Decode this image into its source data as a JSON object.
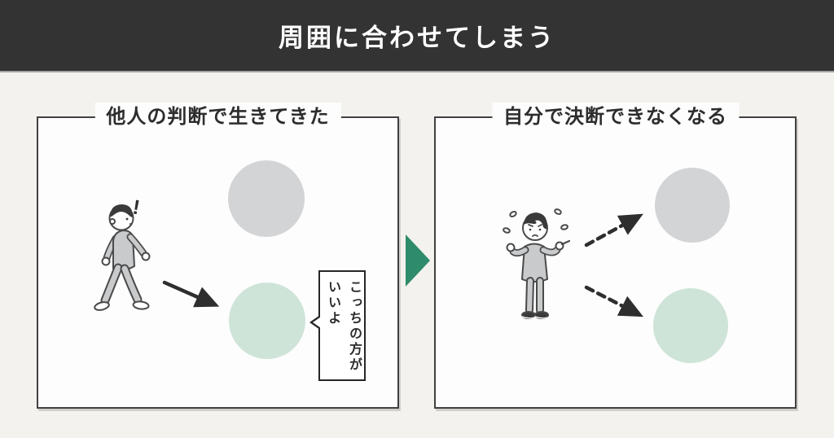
{
  "header": {
    "title": "周囲に合わせてしまう"
  },
  "panels": {
    "left": {
      "title": "他人の判断で生きてきた",
      "exclamation": "!",
      "bubble": {
        "line1": "こっちの方が",
        "line2": "いいよ"
      }
    },
    "right": {
      "title": "自分で決断できなくなる"
    }
  },
  "icons": {
    "transition": "green-right-triangle",
    "choice_arrow": "solid-black-arrow-down-right",
    "hesitation_arrow_up": "dashed-arrow-up-right",
    "hesitation_arrow_down": "dashed-arrow-down-right",
    "surprise_mark": "exclamation",
    "left_character": "walking-person",
    "right_character": "confused-person-with-sweat-drops"
  },
  "colors": {
    "header_bg": "#333333",
    "header_text": "#ffffff",
    "page_bg": "#f4f2ee",
    "panel_bg": "#fdfdfd",
    "panel_border": "#414141",
    "circle_gray": "#d3d4d6",
    "circle_green": "#cee4d8",
    "transition_green": "#2e8b6b",
    "ink": "#2f2f2f"
  }
}
